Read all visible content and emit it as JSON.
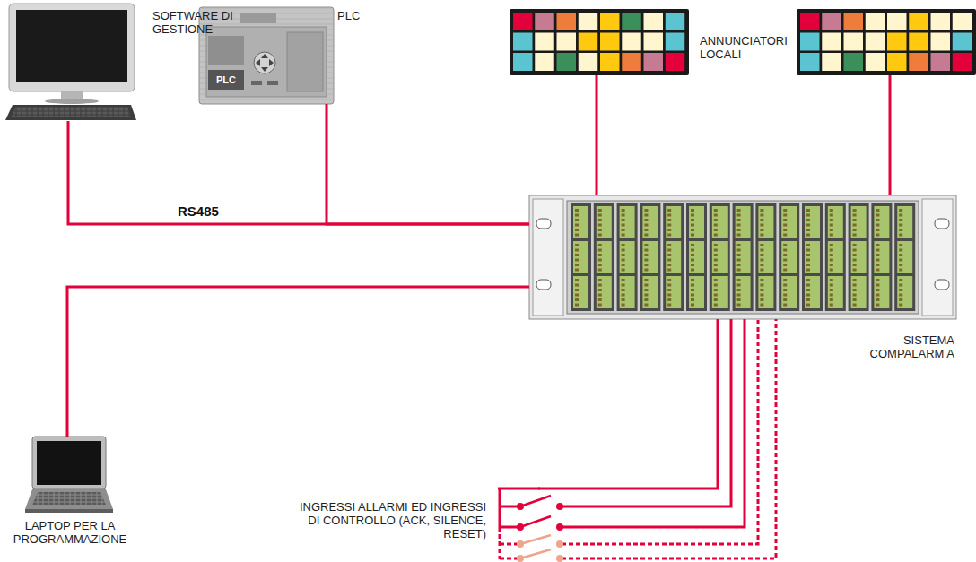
{
  "diagram": {
    "nodes": [
      {
        "text": [
          "SOFTWARE DI GESTIONE"
        ]
      },
      {
        "text": [
          "PLC",
          "PLC"
        ]
      },
      {
        "text": [
          "ANNUNCIATORI LOCALI"
        ]
      },
      {
        "text": [
          "SISTEMA COMPALARM A"
        ]
      },
      {
        "text": [
          "LAPTOP PER LA PROGRAMMAZIONE"
        ]
      },
      {
        "text": [
          "INGRESSI ALLARMI ED INGRESSI DI CONTROLLO (ACK, SILENCE, RESET)"
        ]
      }
    ],
    "edges": [
      {
        "from": 0,
        "to": 3,
        "arrow": "none",
        "label": "RS485"
      },
      {
        "from": 1,
        "to": 3,
        "arrow": "none"
      },
      {
        "from": 2,
        "to": 3,
        "arrow": "none"
      },
      {
        "from": 4,
        "to": 3,
        "arrow": "none"
      },
      {
        "from": 5,
        "to": 3,
        "arrow": "none"
      }
    ]
  }
}
